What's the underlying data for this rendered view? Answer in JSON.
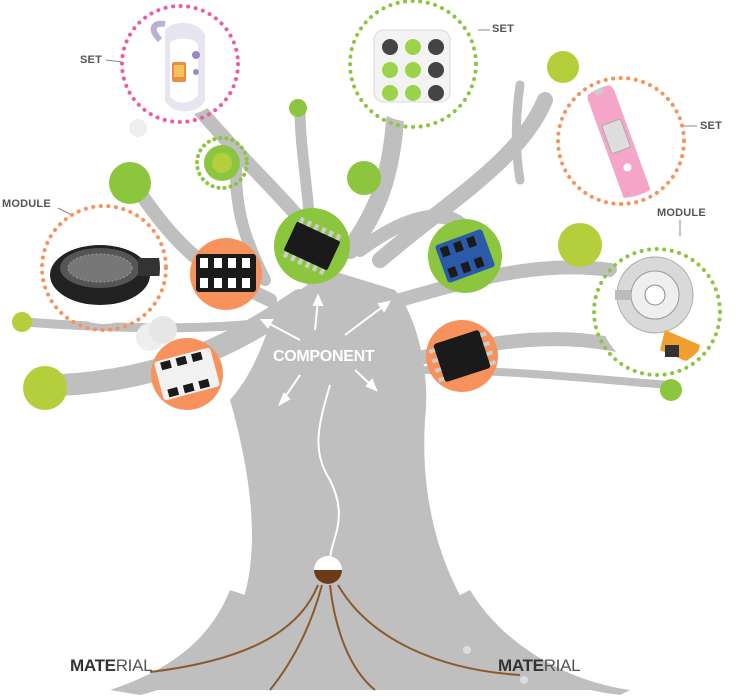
{
  "labels": {
    "set_top_left": "SET",
    "set_top_center": "SET",
    "set_right": "SET",
    "module_left": "MODULE",
    "module_right": "MODULE",
    "component": "COMPONENT",
    "material_left_bold": "MATE",
    "material_left_light": "RIAL",
    "material_right_bold": "MATE",
    "material_right_light": "RIAL"
  },
  "colors": {
    "trunk": "#bfbfbf",
    "green": "#8cc63f",
    "green_light": "#b5cf3c",
    "orange": "#f7925c",
    "pink": "#ef5aa4",
    "root": "#8b5a2b"
  }
}
